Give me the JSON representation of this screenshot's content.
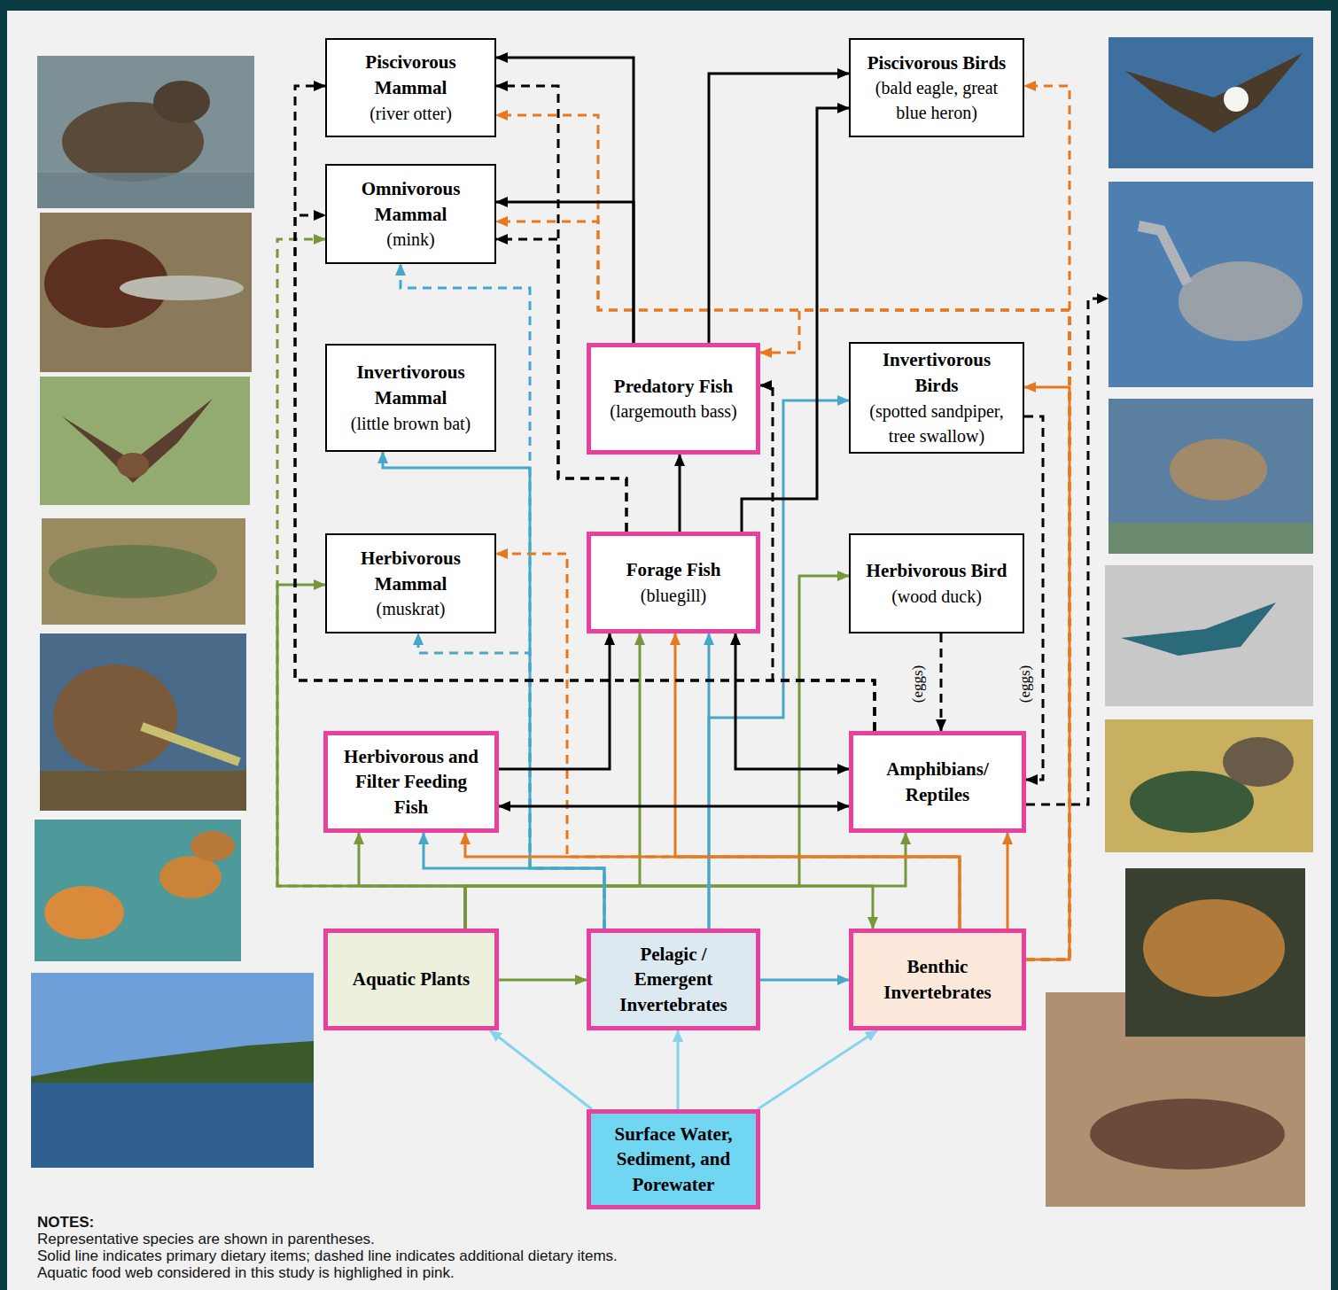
{
  "diagram": {
    "nodes": [
      {
        "text": [
          "Piscivorous Mammal",
          "(river otter)"
        ]
      },
      {
        "text": [
          "Piscivorous Birds",
          "(bald eagle, great blue heron)"
        ]
      },
      {
        "text": [
          "Omnivorous Mammal",
          "(mink)"
        ]
      },
      {
        "text": [
          "Invertivorous Mammal",
          "(little brown bat)"
        ]
      },
      {
        "text": [
          "Predatory Fish",
          "(largemouth bass)"
        ]
      },
      {
        "text": [
          "Invertivorous Birds",
          "(spotted sandpiper, tree swallow)"
        ]
      },
      {
        "text": [
          "Herbivorous Mammal",
          "(muskrat)"
        ]
      },
      {
        "text": [
          "Forage Fish",
          "(bluegill)"
        ]
      },
      {
        "text": [
          "Herbivorous Bird",
          "(wood duck)"
        ]
      },
      {
        "text": [
          "Herbivorous and Filter Feeding Fish"
        ]
      },
      {
        "text": [
          "Amphibians/ Reptiles"
        ]
      },
      {
        "text": [
          "Aquatic Plants"
        ]
      },
      {
        "text": [
          "Pelagic / Emergent Invertebrates"
        ]
      },
      {
        "text": [
          "Benthic Invertebrates"
        ]
      },
      {
        "text": [
          "Surface Water, Sediment, and Porewater"
        ]
      }
    ],
    "edges": [
      {
        "from": 14,
        "to": 11,
        "arrow": "to"
      },
      {
        "from": 14,
        "to": 12,
        "arrow": "to"
      },
      {
        "from": 14,
        "to": 13,
        "arrow": "to"
      },
      {
        "from": 11,
        "to": 12,
        "arrow": "to"
      },
      {
        "from": 11,
        "to": 9,
        "arrow": "to"
      },
      {
        "from": 11,
        "to": 6,
        "arrow": "to"
      },
      {
        "from": 11,
        "to": 2,
        "arrow": "to"
      },
      {
        "from": 11,
        "to": 7,
        "arrow": "to"
      },
      {
        "from": 11,
        "to": 8,
        "arrow": "to"
      },
      {
        "from": 11,
        "to": 10,
        "arrow": "to"
      },
      {
        "from": 11,
        "to": 13,
        "arrow": "to"
      },
      {
        "from": 12,
        "to": 13,
        "arrow": "to"
      },
      {
        "from": 12,
        "to": 9,
        "arrow": "to"
      },
      {
        "from": 12,
        "to": 3,
        "arrow": "to"
      },
      {
        "from": 12,
        "to": 2,
        "arrow": "to"
      },
      {
        "from": 12,
        "to": 6,
        "arrow": "to"
      },
      {
        "from": 12,
        "to": 7,
        "arrow": "to"
      },
      {
        "from": 12,
        "to": 5,
        "arrow": "to"
      },
      {
        "from": 13,
        "to": 9,
        "arrow": "to"
      },
      {
        "from": 13,
        "to": 7,
        "arrow": "to"
      },
      {
        "from": 13,
        "to": 6,
        "arrow": "to"
      },
      {
        "from": 13,
        "to": 10,
        "arrow": "to"
      },
      {
        "from": 13,
        "to": 5,
        "arrow": "to"
      },
      {
        "from": 13,
        "to": 1,
        "arrow": "to"
      },
      {
        "from": 13,
        "to": 0,
        "arrow": "to"
      },
      {
        "from": 13,
        "to": 2,
        "arrow": "to"
      },
      {
        "from": 13,
        "to": 4,
        "arrow": "to"
      },
      {
        "from": 9,
        "to": 7,
        "arrow": "to"
      },
      {
        "from": 9,
        "to": 10,
        "arrow": "both"
      },
      {
        "from": 7,
        "to": 4,
        "arrow": "to"
      },
      {
        "from": 4,
        "to": 0,
        "arrow": "to"
      },
      {
        "from": 4,
        "to": 2,
        "arrow": "to"
      },
      {
        "from": 4,
        "to": 1,
        "arrow": "to"
      },
      {
        "from": 7,
        "to": 1,
        "arrow": "to"
      },
      {
        "from": 7,
        "to": 0,
        "arrow": "to"
      },
      {
        "from": 7,
        "to": 2,
        "arrow": "to"
      },
      {
        "from": 7,
        "to": 10,
        "arrow": "both"
      },
      {
        "from": 10,
        "to": 0,
        "arrow": "to"
      },
      {
        "from": 10,
        "to": 2,
        "arrow": "to"
      },
      {
        "from": 10,
        "to": 4,
        "arrow": "to"
      },
      {
        "from": 8,
        "to": 10,
        "label": "(eggs)",
        "arrow": "to"
      },
      {
        "from": 5,
        "to": 10,
        "label": "(eggs)",
        "arrow": "to"
      }
    ],
    "labels": [
      "NOTES:",
      "Representative species are shown in parentheses.",
      "Solid line indicates primary dietary items; dashed line indicates additional dietary items.",
      "Aquatic food web considered in this study is highlighed in pink."
    ]
  }
}
